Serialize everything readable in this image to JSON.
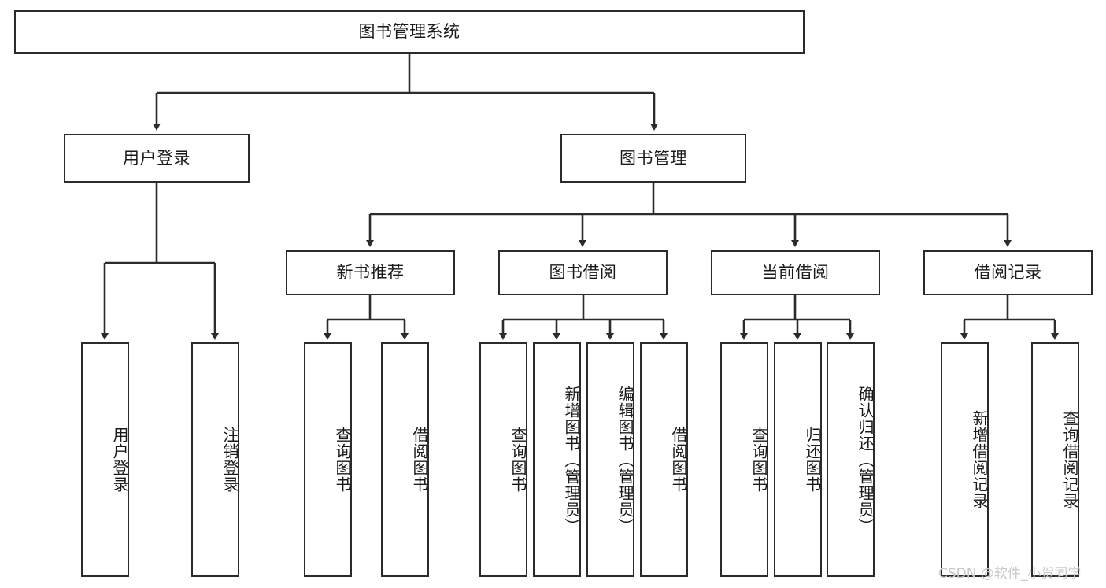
{
  "diagram": {
    "title": "图书管理系统",
    "type": "tree-hierarchy-diagram",
    "root": {
      "label": "图书管理系统"
    },
    "level2": [
      {
        "label": "用户登录"
      },
      {
        "label": "图书管理"
      }
    ],
    "level3": [
      {
        "label": "新书推荐"
      },
      {
        "label": "图书借阅"
      },
      {
        "label": "当前借阅"
      },
      {
        "label": "借阅记录"
      }
    ],
    "leaves": {
      "user_login": [
        {
          "label": "用户登录"
        },
        {
          "label": "注销登录"
        }
      ],
      "new_book_recommend": [
        {
          "label": "查询图书"
        },
        {
          "label": "借阅图书"
        }
      ],
      "book_borrow": [
        {
          "label": "查询图书"
        },
        {
          "label": "新增图书（管理员）"
        },
        {
          "label": "编辑图书（管理员）"
        },
        {
          "label": "借阅图书"
        }
      ],
      "current_borrow": [
        {
          "label": "查询图书"
        },
        {
          "label": "归还图书"
        },
        {
          "label": "确认归还（管理员）"
        }
      ],
      "borrow_record": [
        {
          "label": "新增借阅记录"
        },
        {
          "label": "查询借阅记录"
        }
      ]
    }
  },
  "watermark": {
    "text": "CSDN @软件_小贺同学"
  },
  "colors": {
    "box_border": "#2b2b2b",
    "line": "#2b2b2b",
    "background": "#ffffff",
    "watermark": "#c9c9c9"
  }
}
